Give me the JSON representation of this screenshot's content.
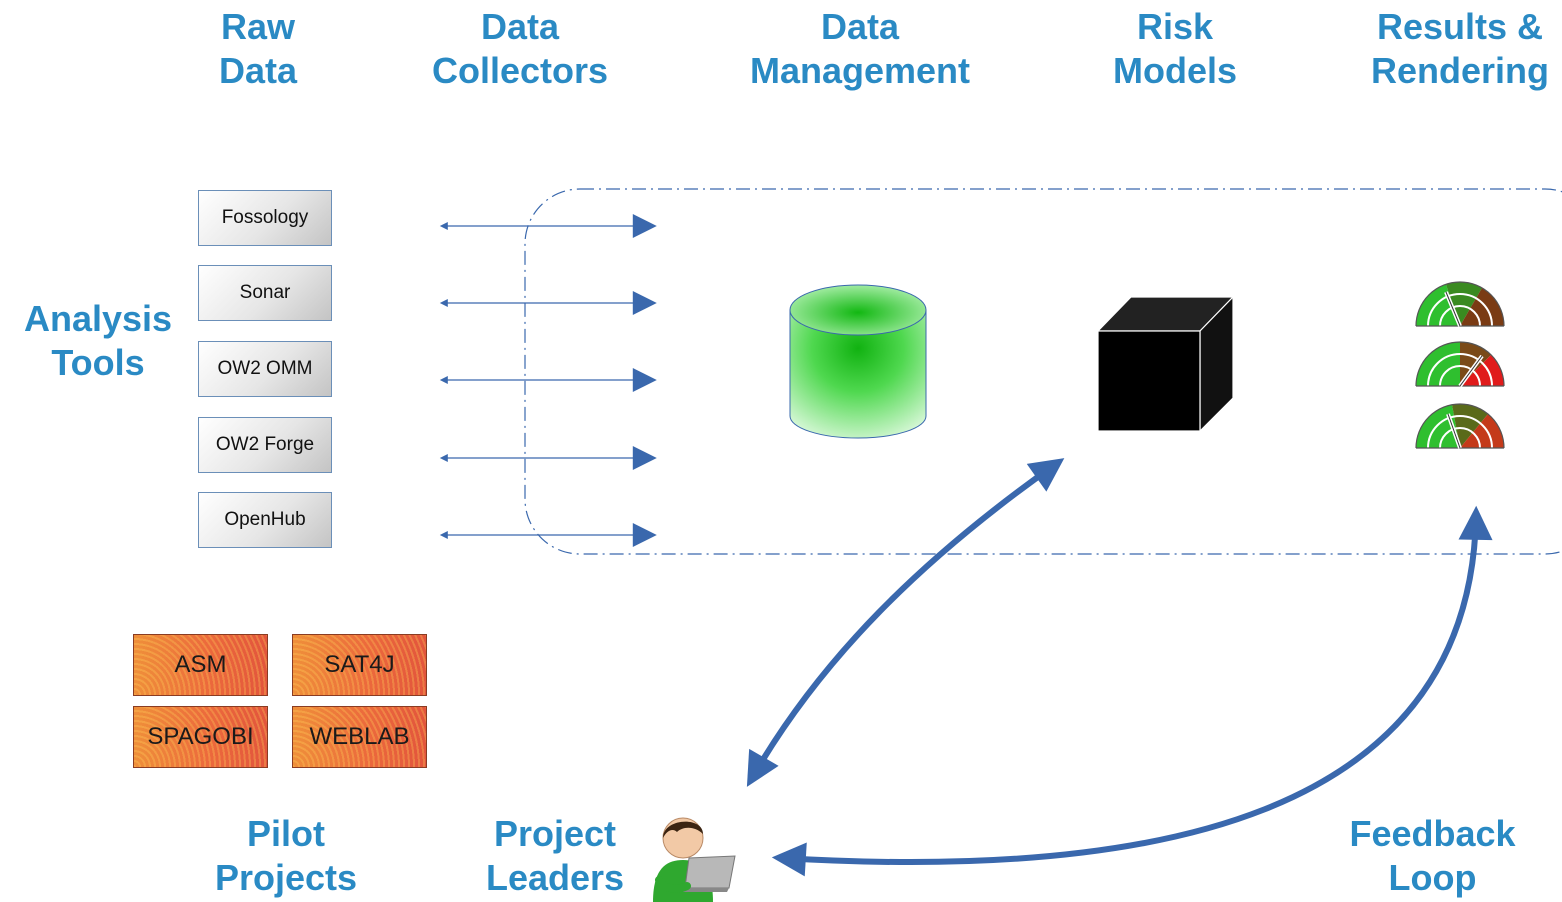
{
  "columns": {
    "raw_data": [
      "Raw",
      "Data"
    ],
    "data_collectors": [
      "Data",
      "Collectors"
    ],
    "data_management": [
      "Data",
      "Management"
    ],
    "risk_models": [
      "Risk",
      "Models"
    ],
    "results_rendering": [
      "Results &",
      "Rendering"
    ]
  },
  "analysis_tools": {
    "title": [
      "Analysis",
      "Tools"
    ],
    "items": [
      "Fossology",
      "Sonar",
      "OW2 OMM",
      "OW2 Forge",
      "OpenHub"
    ]
  },
  "pilot_projects": {
    "title": [
      "Pilot",
      "Projects"
    ],
    "items": [
      "ASM",
      "SAT4J",
      "SPAGOBI",
      "WEBLAB"
    ]
  },
  "project_leaders": [
    "Project",
    "Leaders"
  ],
  "feedback_loop": [
    "Feedback",
    "Loop"
  ],
  "icons": {
    "database": "database-cylinder-icon",
    "risk_model": "black-box-cube-icon",
    "gauges": "gauge-icon",
    "user": "user-with-laptop-icon"
  },
  "colors": {
    "heading": "#2a8ac4",
    "arrow": "#3a68ad",
    "database": "#22cc22",
    "pilot": "#ec6a3c"
  }
}
